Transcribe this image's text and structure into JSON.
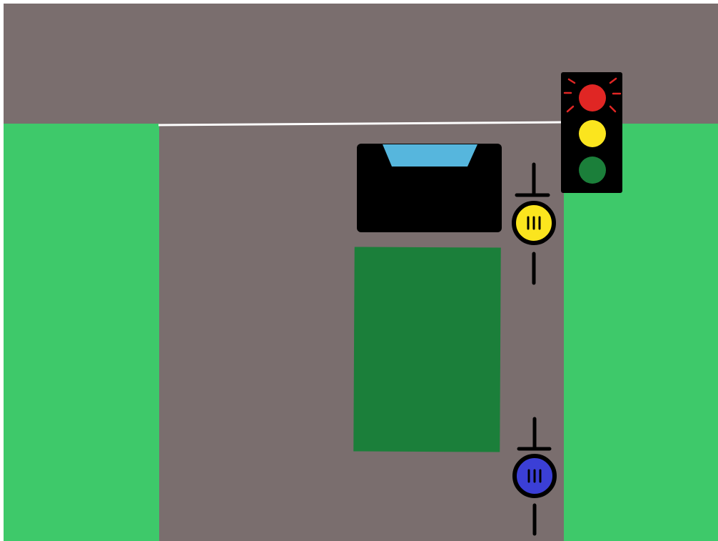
{
  "scene": {
    "colors": {
      "background": "#ffffff",
      "road": "#7a6e6e",
      "grass": "#3ec96a",
      "stop_line": "#ffffff",
      "truck_cab": "#000000",
      "truck_windshield": "#56b6dd",
      "truck_cargo": "#1b7f3a",
      "signal_housing": "#000000",
      "signal_red": "#e02624",
      "signal_yellow": "#fbe51e",
      "signal_green": "#1b7f3a",
      "cyclist_top": "#fbe51e",
      "cyclist_bottom": "#3b3fd6"
    },
    "traffic_light": {
      "active_lamp": "red",
      "lamps": [
        "red",
        "yellow",
        "green"
      ]
    },
    "objects": {
      "truck": "truck-top-view",
      "cyclists": [
        "cyclist-yellow",
        "cyclist-blue"
      ]
    }
  }
}
